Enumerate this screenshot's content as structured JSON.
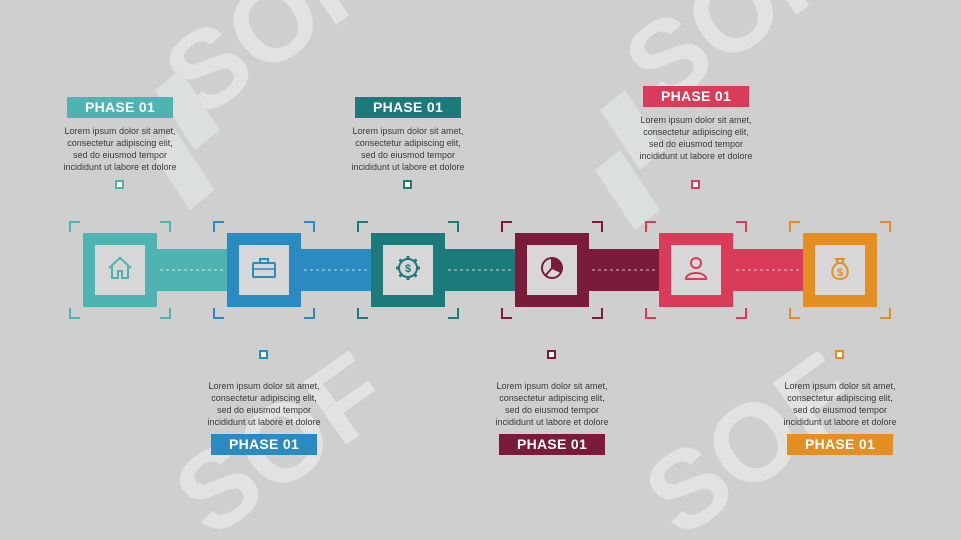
{
  "colors": {
    "teal_light": "#4fb3b1",
    "blue": "#2b8bc0",
    "teal_dark": "#1c7b7a",
    "maroon": "#7a1b3a",
    "red": "#d93b58",
    "orange": "#e48f24",
    "background": "#cfcfcf"
  },
  "steps": [
    {
      "phase_label": "PHASE 01",
      "description": [
        "Lorem ipsum dolor sit amet,",
        "consectetur adipiscing elit,",
        "sed do eiusmod tempor",
        "incididunt ut labore et dolore"
      ],
      "icon": "home-icon",
      "color": "#4fb3b1"
    },
    {
      "phase_label": "PHASE 01",
      "description": [
        "Lorem ipsum dolor sit amet,",
        "consectetur adipiscing elit,",
        "sed do eiusmod tempor",
        "incididunt ut labore et dolore"
      ],
      "icon": "briefcase-icon",
      "color": "#2b8bc0"
    },
    {
      "phase_label": "PHASE 01",
      "description": [
        "Lorem ipsum dolor sit amet,",
        "consectetur adipiscing elit,",
        "sed do eiusmod tempor",
        "incididunt ut labore et dolore"
      ],
      "icon": "dollar-gear-icon",
      "color": "#1c7b7a"
    },
    {
      "phase_label": "PHASE 01",
      "description": [
        "Lorem ipsum dolor sit amet,",
        "consectetur adipiscing elit,",
        "sed do eiusmod tempor",
        "incididunt ut labore et dolore"
      ],
      "icon": "pie-chart-icon",
      "color": "#7a1b3a"
    },
    {
      "phase_label": "PHASE 01",
      "description": [
        "Lorem ipsum dolor sit amet,",
        "consectetur adipiscing elit,",
        "sed do eiusmod tempor",
        "incididunt ut labore et dolore"
      ],
      "icon": "user-icon",
      "color": "#d93b58"
    },
    {
      "phase_label": "PHASE 01",
      "description": [
        "Lorem ipsum dolor sit amet,",
        "consectetur adipiscing elit,",
        "sed do eiusmod tempor",
        "incididunt ut labore et dolore"
      ],
      "icon": "money-bag-icon",
      "color": "#e48f24"
    }
  ]
}
